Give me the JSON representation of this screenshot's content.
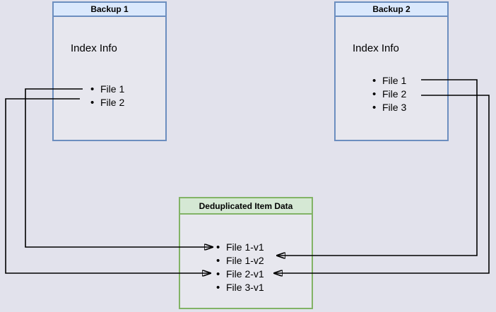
{
  "diagram": {
    "description": "Backup deduplication diagram: two backup index boxes referencing shared deduplicated item data",
    "backup1": {
      "title": "Backup 1",
      "subtitle": "Index Info",
      "files": [
        "File 1",
        "File 2"
      ]
    },
    "backup2": {
      "title": "Backup 2",
      "subtitle": "Index Info",
      "files": [
        "File 1",
        "File 2",
        "File 3"
      ]
    },
    "dedup": {
      "title": "Deduplicated Item Data",
      "items": [
        "File 1-v1",
        "File 1-v2",
        "File 2-v1",
        "File 3-v1"
      ]
    },
    "links": [
      {
        "from": "Backup 1 / File 1",
        "to": "File 1-v1"
      },
      {
        "from": "Backup 1 / File 2",
        "to": "File 2-v1"
      },
      {
        "from": "Backup 2 / File 1",
        "to": "File 1-v2"
      },
      {
        "from": "Backup 2 / File 2",
        "to": "File 2-v1"
      }
    ],
    "colors": {
      "background": "#e2e2ec",
      "box_fill": "#e7e7ee",
      "blue_header_fill": "#dae8fc",
      "blue_border": "#6c8ebf",
      "green_header_fill": "#d5e8d4",
      "green_border": "#82b366",
      "arrow": "#000000",
      "text": "#000000"
    }
  }
}
